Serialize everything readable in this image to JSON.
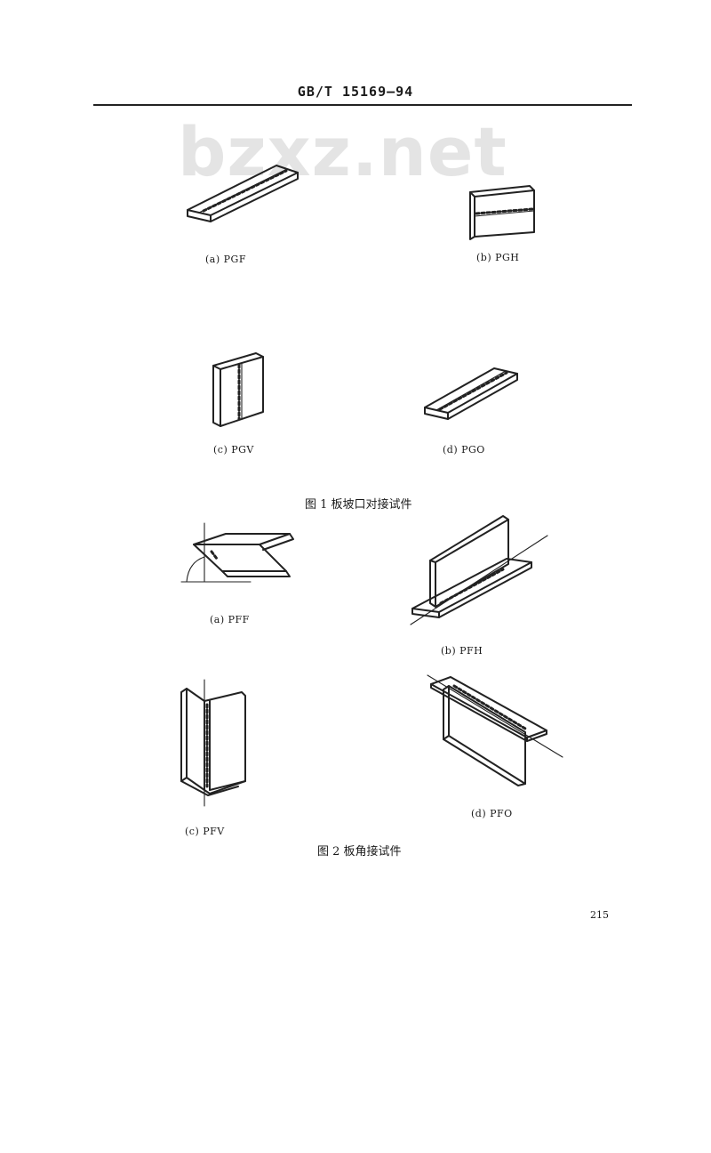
{
  "header": {
    "standard": "GB/T 15169—94"
  },
  "watermark": "bzxz.net",
  "figure1": {
    "title": "图 1   板坡口对接试件",
    "panels": [
      {
        "caption": "(a) PGF"
      },
      {
        "caption": "(b) PGH"
      },
      {
        "caption": "(c) PGV"
      },
      {
        "caption": "(d) PGO"
      }
    ]
  },
  "figure2": {
    "title": "图 2   板角接试件",
    "panels": [
      {
        "caption": "(a) PFF"
      },
      {
        "caption": "(b) PFH"
      },
      {
        "caption": "(c) PFV"
      },
      {
        "caption": "(d) PFO"
      }
    ]
  },
  "page_number": "215"
}
